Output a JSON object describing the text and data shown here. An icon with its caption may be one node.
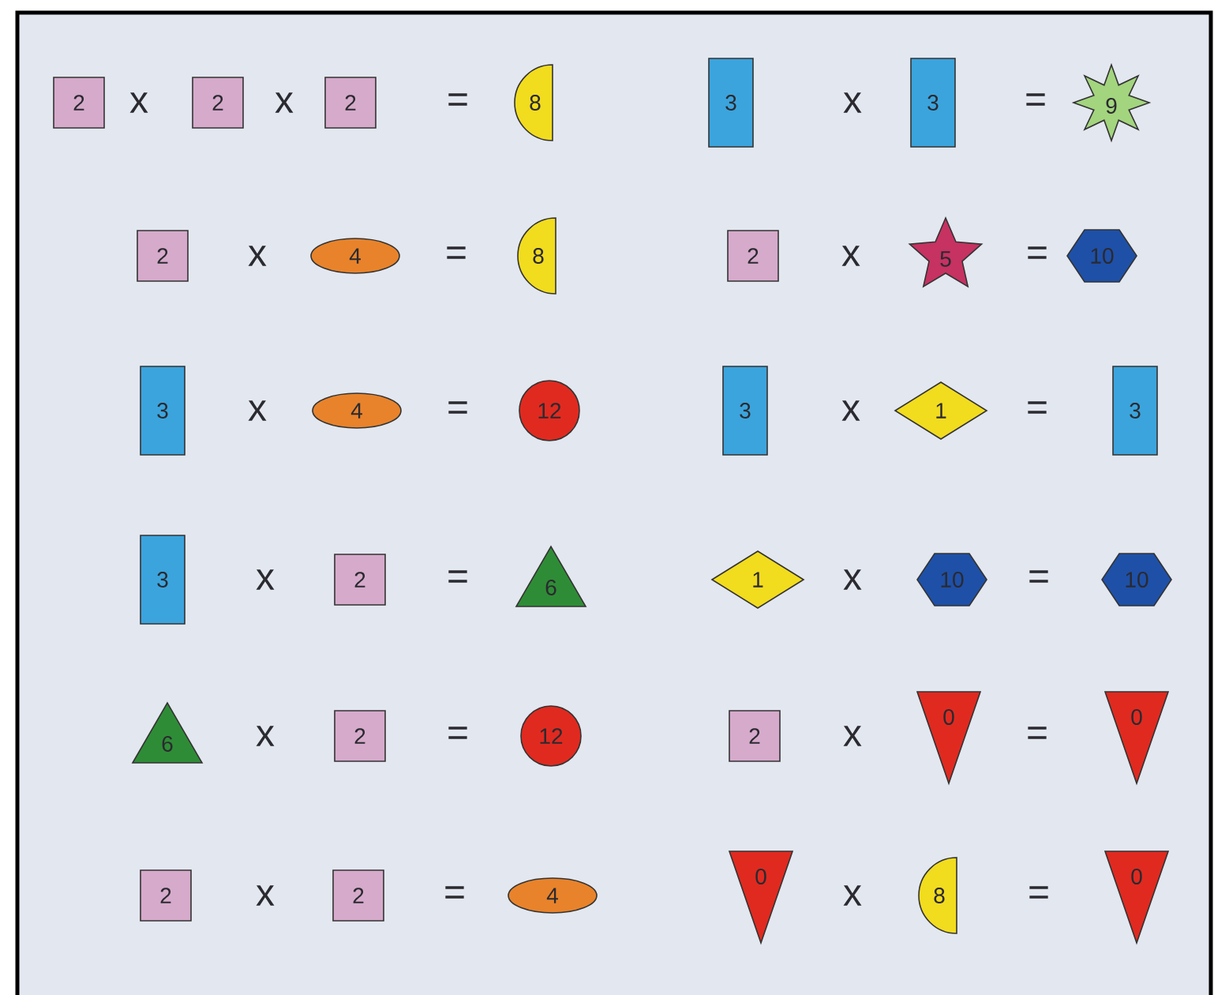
{
  "diagram": {
    "nodes": [
      {
        "text": [
          "2"
        ]
      },
      {
        "text": [
          "2"
        ]
      },
      {
        "text": [
          "2"
        ]
      },
      {
        "text": [
          "8"
        ]
      },
      {
        "text": [
          "3"
        ]
      },
      {
        "text": [
          "3"
        ]
      },
      {
        "text": [
          "9"
        ]
      },
      {
        "text": [
          "2"
        ]
      },
      {
        "text": [
          "4"
        ]
      },
      {
        "text": [
          "8"
        ]
      },
      {
        "text": [
          "2"
        ]
      },
      {
        "text": [
          "5"
        ]
      },
      {
        "text": [
          "10"
        ]
      },
      {
        "text": [
          "3"
        ]
      },
      {
        "text": [
          "4"
        ]
      },
      {
        "text": [
          "12"
        ]
      },
      {
        "text": [
          "3"
        ]
      },
      {
        "text": [
          "1"
        ]
      },
      {
        "text": [
          "3"
        ]
      },
      {
        "text": [
          "3"
        ]
      },
      {
        "text": [
          "2"
        ]
      },
      {
        "text": [
          "6"
        ]
      },
      {
        "text": [
          "1"
        ]
      },
      {
        "text": [
          "10"
        ]
      },
      {
        "text": [
          "10"
        ]
      },
      {
        "text": [
          "6"
        ]
      },
      {
        "text": [
          "2"
        ]
      },
      {
        "text": [
          "12"
        ]
      },
      {
        "text": [
          "2"
        ]
      },
      {
        "text": [
          "0"
        ]
      },
      {
        "text": [
          "0"
        ]
      },
      {
        "text": [
          "2"
        ]
      },
      {
        "text": [
          "2"
        ]
      },
      {
        "text": [
          "4"
        ]
      },
      {
        "text": [
          "0"
        ]
      },
      {
        "text": [
          "8"
        ]
      },
      {
        "text": [
          "0"
        ]
      }
    ],
    "labels": [
      "x",
      "x",
      "=",
      "x",
      "=",
      "x",
      "=",
      "x",
      "=",
      "x",
      "=",
      "x",
      "=",
      "x",
      "=",
      "x",
      "=",
      "x",
      "=",
      "x",
      "=",
      "x",
      "=",
      "x",
      "="
    ]
  }
}
